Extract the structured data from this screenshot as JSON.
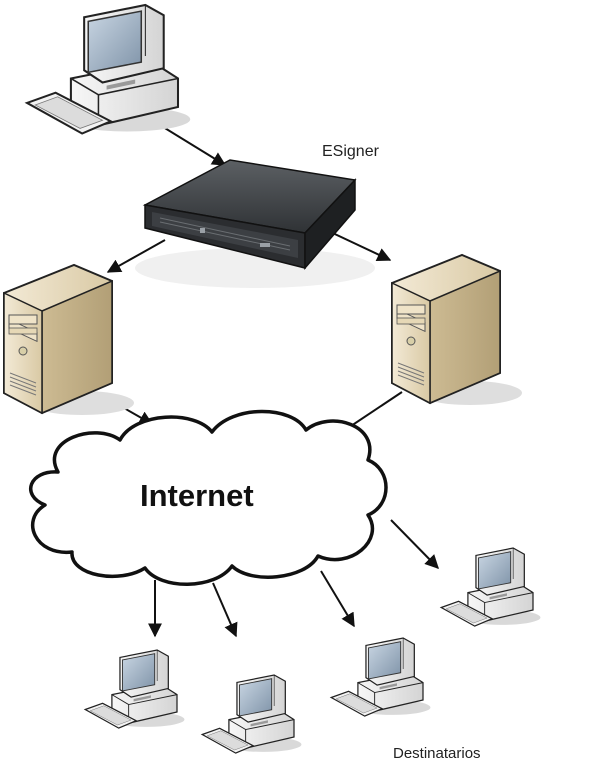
{
  "diagram": {
    "nodes": {
      "sender_pc": {
        "kind": "desktop-computer"
      },
      "esigner": {
        "kind": "rack-server",
        "label": "ESigner"
      },
      "server_left": {
        "kind": "tower-server"
      },
      "server_right": {
        "kind": "tower-server"
      },
      "internet": {
        "kind": "cloud",
        "label": "Internet"
      },
      "recipients": {
        "label": "Destinatarios",
        "computers": [
          {
            "kind": "desktop-computer"
          },
          {
            "kind": "desktop-computer"
          },
          {
            "kind": "desktop-computer"
          },
          {
            "kind": "desktop-computer"
          }
        ]
      }
    },
    "edges": [
      {
        "from": "sender_pc",
        "to": "esigner"
      },
      {
        "from": "esigner",
        "to": "server_left"
      },
      {
        "from": "esigner",
        "to": "server_right"
      },
      {
        "from": "server_left",
        "to": "internet"
      },
      {
        "from": "server_right",
        "to": "internet"
      },
      {
        "from": "internet",
        "to": "recipients.computers.0"
      },
      {
        "from": "internet",
        "to": "recipients.computers.1"
      },
      {
        "from": "internet",
        "to": "recipients.computers.2"
      },
      {
        "from": "internet",
        "to": "recipients.computers.3"
      }
    ],
    "colors": {
      "monitor_case": "#e9e9e9",
      "screen": "#8fa3b7",
      "server_case": "#e8dcc2",
      "rack_server": "#3a3d40",
      "cloud_fill": "#ffffff",
      "cloud_stroke": "#111111",
      "arrow": "#111111"
    }
  }
}
